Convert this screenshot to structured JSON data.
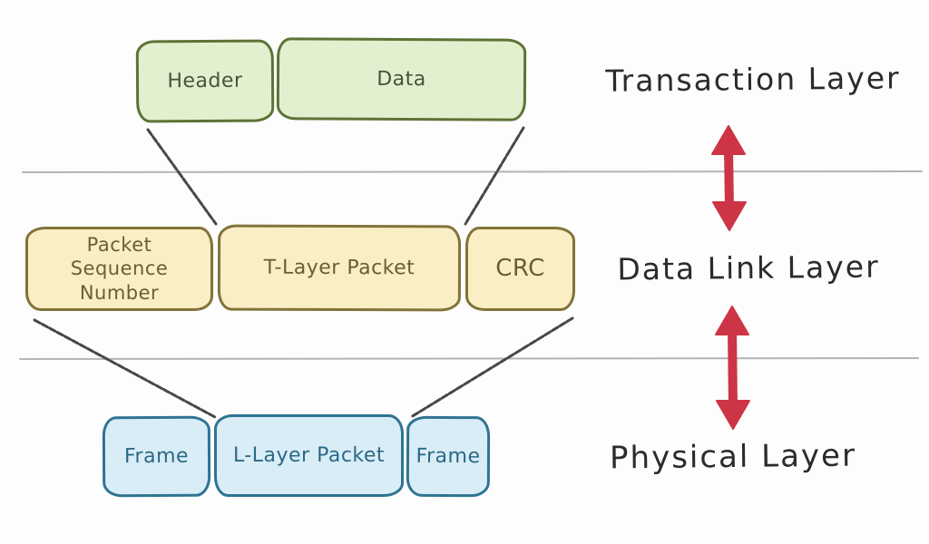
{
  "layers": [
    {
      "label": "Transaction Layer",
      "boxes": [
        {
          "label": "Header"
        },
        {
          "label": "Data"
        }
      ]
    },
    {
      "label": "Data Link Layer",
      "boxes": [
        {
          "label": "Packet Sequence Number"
        },
        {
          "label": "T-Layer Packet"
        },
        {
          "label": "CRC"
        }
      ]
    },
    {
      "label": "Physical Layer",
      "boxes": [
        {
          "label": "Frame"
        },
        {
          "label": "L-Layer Packet"
        },
        {
          "label": "Frame"
        }
      ]
    }
  ],
  "colors": {
    "transaction_fill": "#e3f0cf",
    "transaction_border": "#5d7335",
    "transaction_text": "#49523b",
    "datalink_fill": "#faeec5",
    "datalink_border": "#82733a",
    "datalink_text": "#6b5f30",
    "physical_fill": "#d9edf6",
    "physical_border": "#2f7492",
    "physical_text": "#2b6886",
    "arrow": "#cd3446",
    "divider": "#b3b3ba",
    "connector": "#474747",
    "label_text": "#2b2b2b"
  }
}
